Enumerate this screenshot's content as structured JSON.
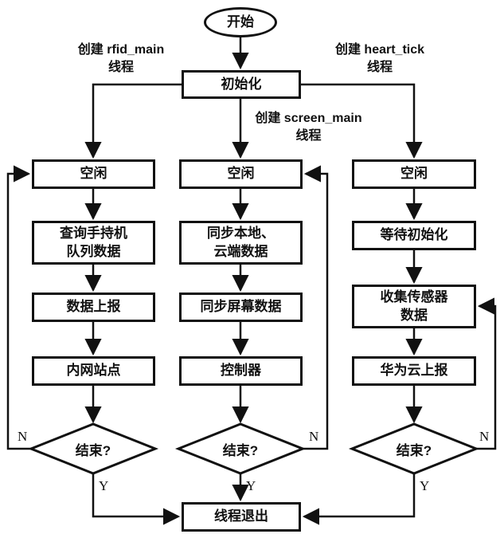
{
  "diagram": {
    "title": "thread-flowchart",
    "colors": {
      "stroke": "#111111",
      "background": "#ffffff"
    },
    "nodes": {
      "start": "开始",
      "init": "初始化",
      "idle_left": "空闲",
      "idle_mid": "空闲",
      "idle_right": "空闲",
      "query_queue": "查询手持机\n队列数据",
      "sync_cloud": "同步本地、\n云端数据",
      "wait_init": "等待初始化",
      "data_report": "数据上报",
      "sync_screen": "同步屏幕数据",
      "collect_sensor": "收集传感器\n数据",
      "intranet": "内网站点",
      "controller": "控制器",
      "huawei_report": "华为云上报",
      "end_left": "结束?",
      "end_mid": "结束?",
      "end_right": "结束?",
      "thread_exit": "线程退出"
    },
    "edge_labels": {
      "create_rfid": "创建 rfid_main\n线程",
      "create_screen": "创建 screen_main\n线程",
      "create_heart": "创建 heart_tick\n线程",
      "n_left": "N",
      "n_mid": "N",
      "n_right": "N",
      "y_left": "Y",
      "y_mid": "Y",
      "y_right": "Y"
    }
  }
}
